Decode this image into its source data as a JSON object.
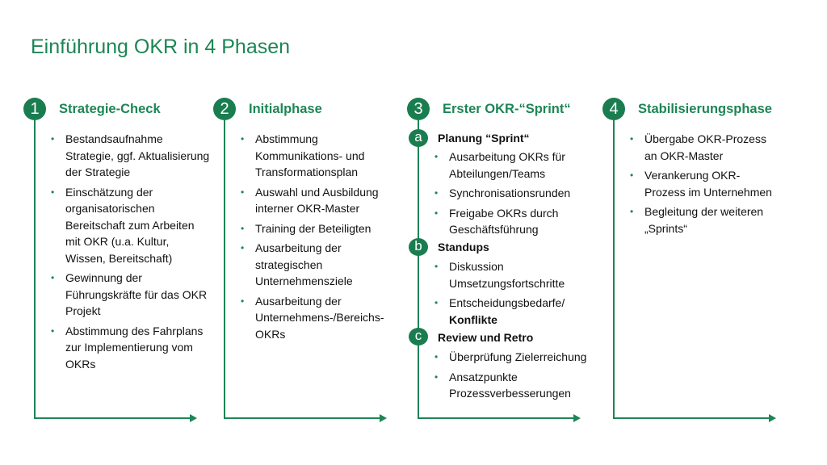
{
  "title": "Einführung OKR in 4 Phasen",
  "phases": [
    {
      "num": "1",
      "title": "Strategie-Check",
      "items": [
        "Bestandsaufnahme Strategie, ggf. Aktualisierung der Strategie",
        "Einschätzung der organisatorischen Bereitschaft zum Arbeiten mit OKR (u.a. Kultur, Wissen, Bereitschaft)",
        "Gewinnung der Führungskräfte für das OKR Projekt",
        "Abstimmung des Fahrplans zur Implementierung vom OKRs"
      ]
    },
    {
      "num": "2",
      "title": "Initialphase",
      "items": [
        "Abstimmung Kommunikations- und Transformationsplan",
        "Auswahl und Ausbildung interner OKR-Master",
        "Training der Beteiligten",
        "Ausarbeitung der strategischen Unternehmensziele",
        "Ausarbeitung der Unternehmens-/Bereichs-OKRs"
      ]
    },
    {
      "num": "3",
      "title": "Erster OKR-“Sprint“",
      "sections": [
        {
          "letter": "a",
          "title": "Planung “Sprint“",
          "items": [
            "Ausarbeitung OKRs für Abteilungen/Teams",
            "Synchronisationsrunden",
            "Freigabe OKRs durch Geschäftsführung"
          ]
        },
        {
          "letter": "b",
          "title": "Standups",
          "items": [
            "Diskussion Umsetzungsfortschritte",
            "Entscheidungsbedarfe/"
          ],
          "bold_tail": "Konflikte"
        },
        {
          "letter": "c",
          "title": "Review und Retro",
          "items": [
            "Überprüfung Zielerreichung",
            "Ansatzpunkte Prozessverbesserungen"
          ]
        }
      ]
    },
    {
      "num": "4",
      "title": "Stabilisierungsphase",
      "items": [
        "Übergabe OKR-Prozess an OKR-Master",
        "Verankerung OKR-Prozess im Unternehmen",
        "Begleitung der weiteren „Sprints“"
      ]
    }
  ]
}
